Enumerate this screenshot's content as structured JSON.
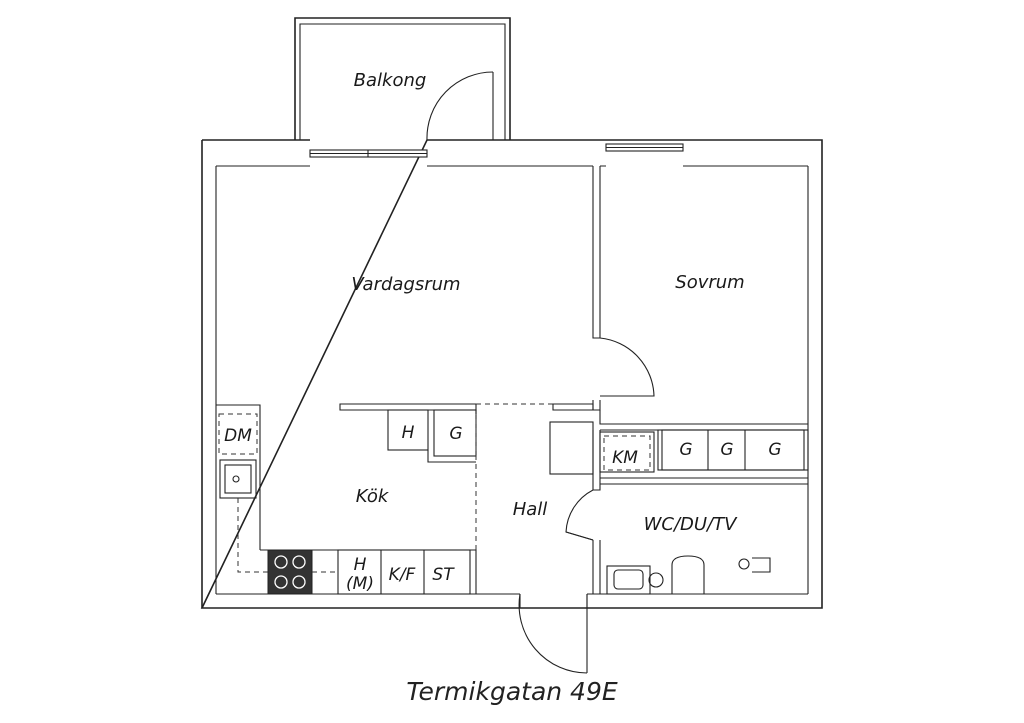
{
  "rooms": {
    "balkong": "Balkong",
    "vardagsrum": "Vardagsrum",
    "sovrum": "Sovrum",
    "kok": "Kök",
    "hall": "Hall",
    "wc": "WC/DU/TV"
  },
  "fixtures": {
    "dm": "DM",
    "h_top": "H",
    "g_top": "G",
    "km": "KM",
    "g1": "G",
    "g2": "G",
    "g3": "G",
    "h_bottom": "H",
    "h_bottom_sub": "(M)",
    "kf": "K/F",
    "st": "ST"
  },
  "title": "Termikgatan 49E"
}
